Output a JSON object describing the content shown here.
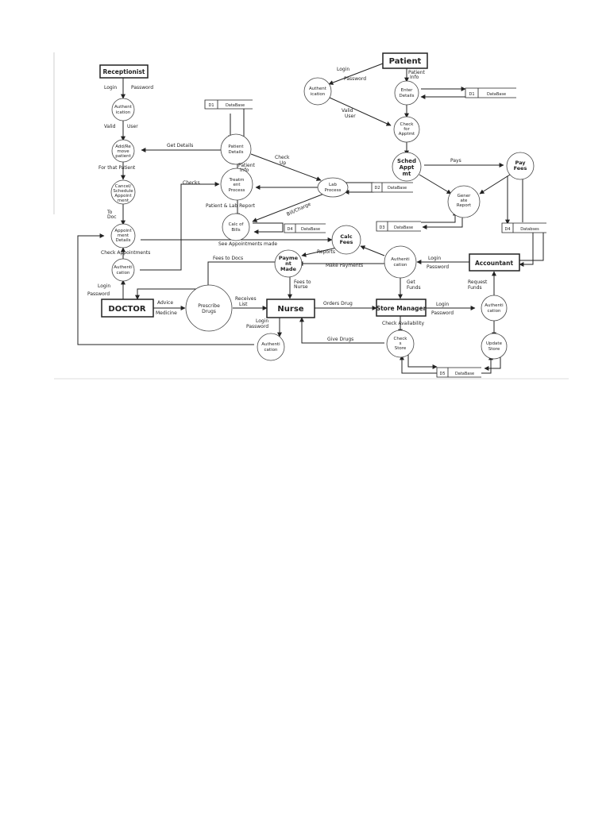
{
  "entities": {
    "receptionist": "Receptionist",
    "patient": "Patient",
    "doctor": "DOCTOR",
    "nurse": "Nurse",
    "store_manager": "Store Manager",
    "accountant": "Accountant"
  },
  "processes": {
    "auth_receptionist": [
      "Authent",
      "ication"
    ],
    "add_remove_patient": [
      "Add/Re",
      "move",
      "patient"
    ],
    "cancel_schedule": [
      "Cancel/",
      "Schedule",
      "Appoint",
      "ment"
    ],
    "appointment_details": [
      "Appoint",
      "ment",
      "Details"
    ],
    "auth_doctor": [
      "Authenti",
      "cation"
    ],
    "patient_details": [
      "Patient",
      "Details"
    ],
    "treatment_process": [
      "Treatm",
      "ent",
      "Process"
    ],
    "lab_process": [
      "Lab",
      "Process"
    ],
    "calc_bills": [
      "Calc of",
      "Bills"
    ],
    "auth_patient": [
      "Authent",
      "ication"
    ],
    "enter_details": [
      "Enter",
      "Details"
    ],
    "check_appointment": [
      "Check",
      "for",
      "Apptmt"
    ],
    "sched_appt": [
      "Sched",
      "Appt",
      "mt"
    ],
    "pay_fees": [
      "Pay",
      "Fees"
    ],
    "generate_report": [
      "Gener",
      "ate",
      "Report"
    ],
    "calc_fees": [
      "Calc",
      "Fees"
    ],
    "payment_made": [
      "Payme",
      "nt",
      "Made"
    ],
    "auth_accountant": [
      "Authenti",
      "cation"
    ],
    "prescribe_drugs": [
      "Prescribe",
      "Drugs"
    ],
    "auth_nurse": [
      "Authenti",
      "cation"
    ],
    "check_store": [
      "Check",
      "s",
      "Store"
    ],
    "auth_store_manager": [
      "Authenti",
      "cation"
    ],
    "update_store": [
      "Update",
      "Store"
    ]
  },
  "datastores": {
    "d1_left_id": "D1",
    "d1_left_name": "DataBase",
    "d1_right_id": "D1",
    "d1_right_name": "DataBase",
    "d2_id": "D2",
    "d2_name": "DataBase",
    "d3_id": "D3",
    "d3_name": "DataBase",
    "d4_left_id": "D4",
    "d4_left_name": "DataBase",
    "d4_right_id": "D4",
    "d4_right_name": "Databses",
    "d5_id": "D5",
    "d5_name": "DataBase"
  },
  "flows": {
    "login": "Login",
    "password": "Password",
    "valid": "Valid",
    "user": "User",
    "for_that_patient": "For that Patient",
    "to": "To",
    "doc": "Doc",
    "check_appointments": "Check  Appointments",
    "get_details": "Get Details",
    "patient": "Patient",
    "info": "Info",
    "checks": "Checks",
    "check": "Check",
    "up": "Up",
    "patient_lab_report": "Patient &  Lab Report",
    "bill_charge": "Bill/Charge",
    "see_appointments_made": "See Appointments made",
    "fees_to_docs": "Fees to Docs",
    "reports": "Reports",
    "make_payments": "Make Payments",
    "fees_to": "Fees to",
    "nurse": "Nurse",
    "advice": "Advice",
    "medicine": "Medicine",
    "receives": "Receives",
    "list": "List",
    "orders_drug": "Orders Drug",
    "get": "Get",
    "funds": "Funds",
    "request": "Request",
    "funds2": "Funds",
    "check_availability": "Check Availability",
    "give_drugs": "Give Drugs",
    "pays": "Pays"
  }
}
